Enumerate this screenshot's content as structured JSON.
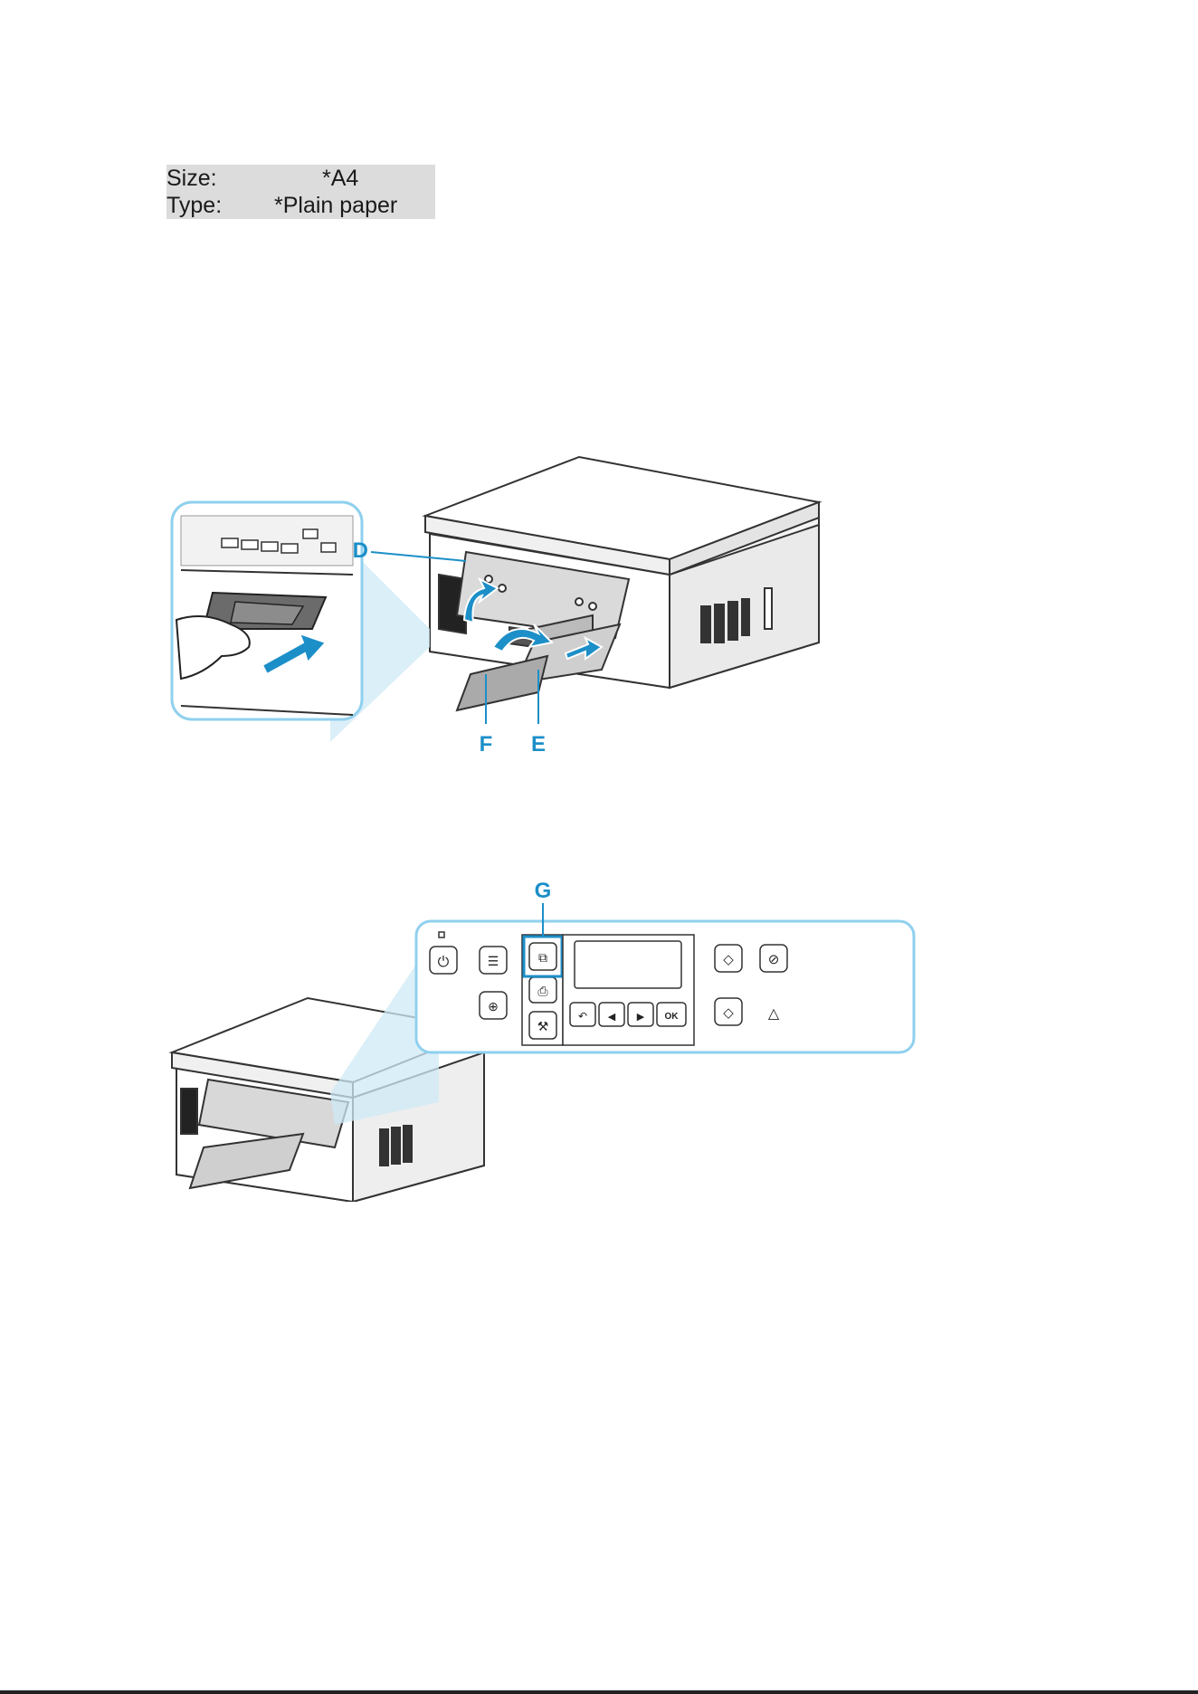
{
  "lcd": {
    "rows": [
      {
        "label": "Size:",
        "value": "*A4"
      },
      {
        "label": "Type:",
        "value": "*Plain paper"
      }
    ]
  },
  "figure1": {
    "callouts": {
      "d": "D",
      "e": "E",
      "f": "F"
    }
  },
  "figure2": {
    "callouts": {
      "g": "G"
    },
    "panel": {
      "ok_label": "OK"
    }
  },
  "colors": {
    "accent": "#1c8fc8",
    "zoom_border": "#8fd0ee",
    "lcd_background": "#dcdcdc",
    "highlight": "#1c8fc8"
  },
  "icons": [
    "power-icon",
    "menu-icon",
    "copy-icon",
    "scan-icon",
    "setup-icon",
    "wireless-connect-icon",
    "back-icon",
    "left-arrow-icon",
    "right-arrow-icon",
    "color-start-icon",
    "black-start-icon",
    "stop-icon",
    "alarm-icon",
    "arrow-icon",
    "hand-icon"
  ]
}
